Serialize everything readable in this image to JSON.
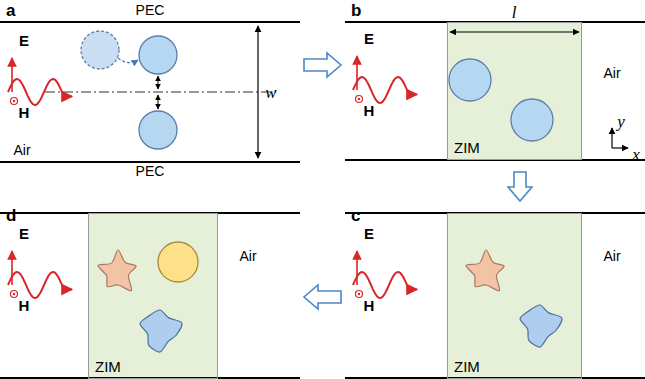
{
  "diagram": {
    "nodes": [
      {
        "text": [
          "a"
        ]
      },
      {
        "text": [
          "b"
        ]
      },
      {
        "text": [
          "ZIM"
        ],
        "in": 1
      },
      {
        "text": [
          "c"
        ]
      },
      {
        "text": [
          "ZIM"
        ],
        "in": 3
      },
      {
        "text": [
          "d"
        ]
      },
      {
        "text": [
          "ZIM"
        ],
        "in": 5
      }
    ],
    "edges": [
      {
        "from": 0,
        "to": 1,
        "arrow": "to"
      },
      {
        "from": 1,
        "to": 3,
        "arrow": "to"
      },
      {
        "from": 3,
        "to": 5,
        "arrow": "to"
      }
    ],
    "labels": [
      "PEC",
      "PEC",
      "E",
      "H",
      "w",
      "Air",
      "E",
      "H",
      "l",
      "Air",
      "y",
      "x",
      "E",
      "H",
      "Air",
      "E",
      "H",
      "Air"
    ]
  }
}
